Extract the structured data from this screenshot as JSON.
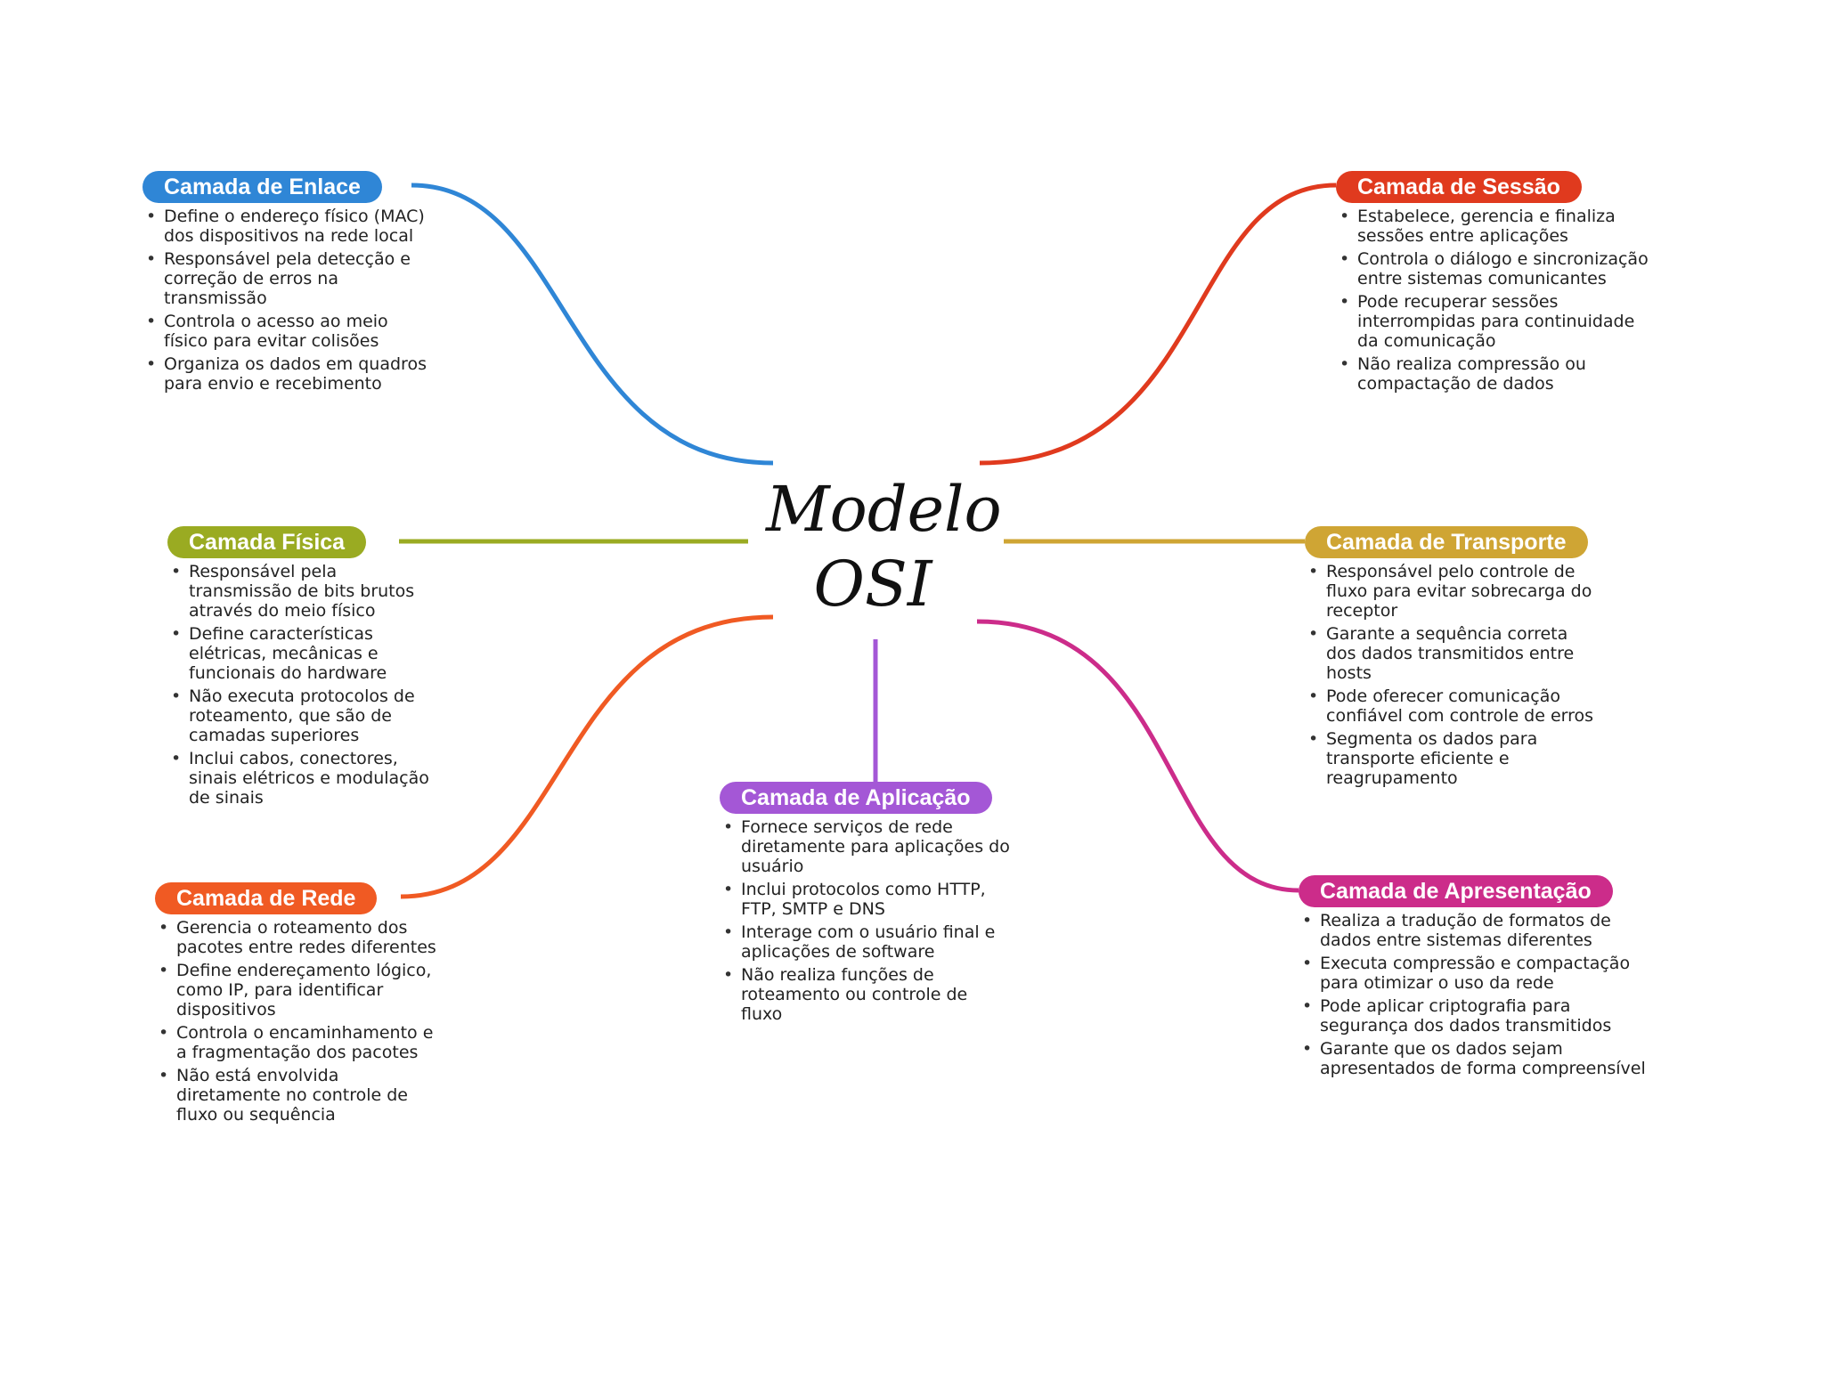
{
  "title_line1": "Modelo",
  "title_line2": "OSI",
  "layers": [
    {
      "id": "enlace",
      "title": "Camada de Enlace",
      "color": "#2f86d6",
      "items": [
        "Define o endereço físico (MAC) dos dispositivos na rede local",
        "Responsável pela detecção e correção de erros na transmissão",
        "Controla o acesso ao meio físico para evitar colisões",
        "Organiza os dados em quadros para envio e recebimento"
      ]
    },
    {
      "id": "fisica",
      "title": "Camada Física",
      "color": "#9aab22",
      "items": [
        "Responsável pela transmissão de bits brutos através do meio físico",
        "Define características elétricas, mecânicas e funcionais do hardware",
        "Não executa protocolos de roteamento, que são de camadas superiores",
        "Inclui cabos, conectores, sinais elétricos e modulação de sinais"
      ]
    },
    {
      "id": "rede",
      "title": "Camada de Rede",
      "color": "#f05a23",
      "items": [
        "Gerencia o roteamento dos pacotes entre redes diferentes",
        "Define endereçamento lógico, como IP, para identificar dispositivos",
        "Controla o encaminhamento e a fragmentação dos pacotes",
        "Não está envolvida diretamente no controle de fluxo ou sequência"
      ]
    },
    {
      "id": "aplicacao",
      "title": "Camada de Aplicação",
      "color": "#a457d6",
      "items": [
        "Fornece serviços de rede diretamente para aplicações do usuário",
        "Inclui protocolos como HTTP, FTP, SMTP e DNS",
        "Interage com o usuário final e aplicações de software",
        "Não realiza funções de roteamento ou controle de fluxo"
      ]
    },
    {
      "id": "sessao",
      "title": "Camada de Sessão",
      "color": "#e03a1e",
      "items": [
        "Estabelece, gerencia e finaliza sessões entre aplicações",
        "Controla o diálogo e sincronização entre sistemas comunicantes",
        "Pode recuperar sessões interrompidas para continuidade da comunicação",
        "Não realiza compressão ou compactação de dados"
      ]
    },
    {
      "id": "transporte",
      "title": "Camada de Transporte",
      "color": "#cfa534",
      "items": [
        "Responsável pelo controle de fluxo para evitar sobrecarga do receptor",
        "Garante a sequência correta dos dados transmitidos entre hosts",
        "Pode oferecer comunicação confiável com controle de erros",
        "Segmenta os dados para transporte eficiente e reagrupamento"
      ]
    },
    {
      "id": "apresentacao",
      "title": "Camada de Apresentação",
      "color": "#cc2c8a",
      "items": [
        "Realiza a tradução de formatos de dados entre sistemas diferentes",
        "Executa compressão e compactação para otimizar o uso da rede",
        "Pode aplicar criptografia para segurança dos dados transmitidos",
        "Garante que os dados sejam apresentados de forma compreensível"
      ]
    }
  ]
}
